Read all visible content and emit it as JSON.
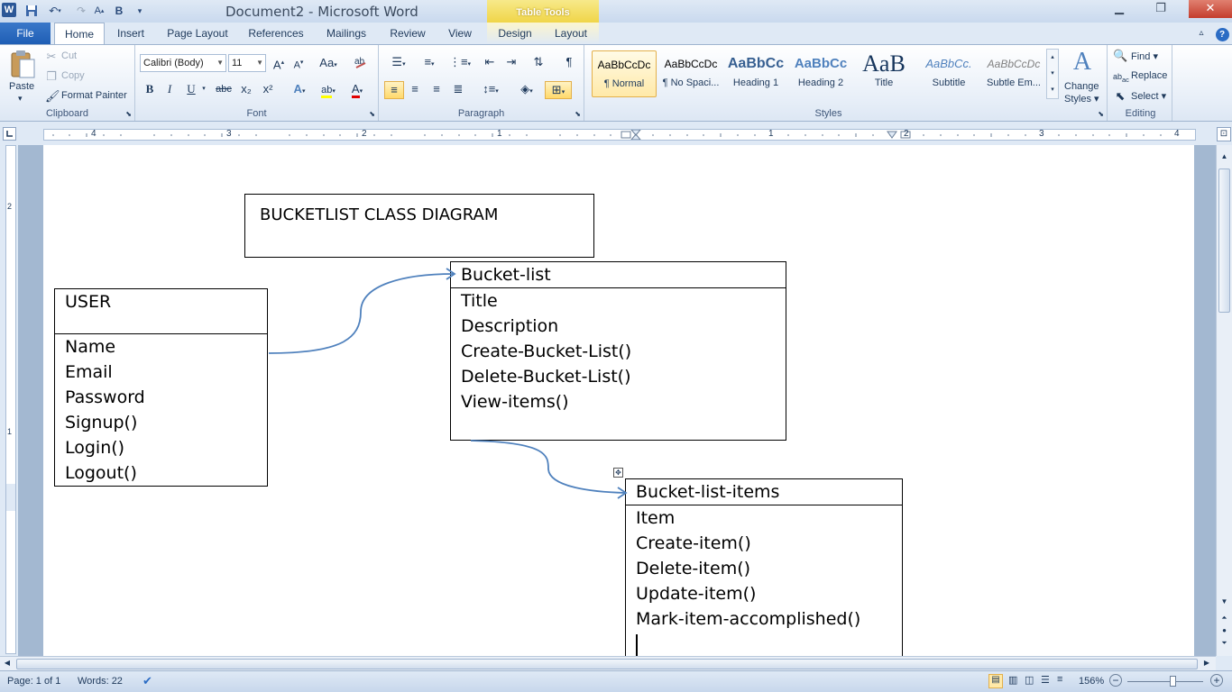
{
  "window": {
    "title": "Document2 - Microsoft Word",
    "context_tab_group": "Table Tools",
    "app_icon": "word-icon"
  },
  "quick_access": {
    "save_icon": "save-icon",
    "undo_icon": "undo-icon",
    "redo_icon": "redo-icon"
  },
  "tabs": {
    "file": "File",
    "items": [
      "Home",
      "Insert",
      "Page Layout",
      "References",
      "Mailings",
      "Review",
      "View",
      "Design",
      "Layout"
    ],
    "active": "Home"
  },
  "clipboard": {
    "paste": "Paste",
    "cut": "Cut",
    "copy": "Copy",
    "format_painter": "Format Painter",
    "label": "Clipboard"
  },
  "font": {
    "name": "Calibri (Body)",
    "size": "11",
    "bold": "B",
    "italic": "I",
    "underline": "U",
    "strikethrough": "abc",
    "subscript": "x₂",
    "superscript": "x²",
    "label": "Font"
  },
  "paragraph": {
    "label": "Paragraph"
  },
  "styles": {
    "label": "Styles",
    "items": [
      {
        "preview": "AaBbCcDc",
        "name": "¶ Normal"
      },
      {
        "preview": "AaBbCcDc",
        "name": "¶ No Spaci..."
      },
      {
        "preview": "AaBbCc",
        "name": "Heading 1"
      },
      {
        "preview": "AaBbCc",
        "name": "Heading 2"
      },
      {
        "preview": "AaB",
        "name": "Title"
      },
      {
        "preview": "AaBbCc.",
        "name": "Subtitle"
      },
      {
        "preview": "AaBbCcDc",
        "name": "Subtle Em..."
      }
    ],
    "change_styles": [
      "Change",
      "Styles ▾"
    ]
  },
  "editing": {
    "find": "Find ▾",
    "replace": "Replace",
    "select": "Select ▾",
    "label": "Editing"
  },
  "ruler": {
    "numbers_left": [
      "4",
      "3",
      "2",
      "1"
    ],
    "numbers_right": [
      "1",
      "2",
      "3",
      "4"
    ],
    "vertical": [
      "2",
      "1"
    ]
  },
  "document": {
    "title_box": "BUCKETLIST CLASS DIAGRAM",
    "user_class": {
      "name": "USER",
      "members": [
        "Name",
        "Email",
        "Password",
        "Signup()",
        "Login()",
        "Logout()"
      ]
    },
    "bucket_list_class": {
      "name": "Bucket-list",
      "members": [
        "Title",
        "Description",
        "Create-Bucket-List()",
        "Delete-Bucket-List()",
        "View-items()"
      ]
    },
    "bucket_list_items_class": {
      "name": "Bucket-list-items",
      "members": [
        "Item",
        "Create-item()",
        "Delete-item()",
        "Update-item()",
        "Mark-item-accomplished()"
      ]
    },
    "arrow_color": "#4f81bd"
  },
  "status": {
    "page": "Page: 1 of 1",
    "words": "Words: 22",
    "zoom": "156%"
  }
}
